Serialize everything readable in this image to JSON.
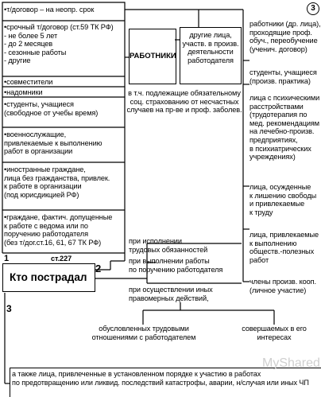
{
  "left_column": {
    "items": [
      "•т/договор – на неопр. срок",
      "•срочный т/договор (ст.59 ТК РФ)\n - не более 5 лет\n - до 2 месяцев\n - сезонные работы\n - другие",
      "•совместители",
      "•надомники",
      "•студенты, учащиеся\n (свободное от учебы время)",
      "•военнослужащие,\n привлекаемые к выполнению\n работ в организации",
      "•иностранные граждане,\n лица без гражданства, привлек.\n к работе в организации\n (под юрисдикцией РФ)",
      "•граждане, фактич. допущенные\n к работе с ведома или по\n поручению работодателя\n (без т/дог.ст.16, 61, 67 ТК РФ)"
    ]
  },
  "center": {
    "workers_label": "РАБОТНИКИ",
    "other_persons": "другие лица,\nучаств. в произв.\nдеятельности\nработодателя",
    "insurance_note": "в т.ч. подлежащие обязательному\nсоц. страхованию от несчастных\nслучаев на пр-ве и проф. заболев.",
    "badge": "3"
  },
  "right_column": {
    "items": [
      "работники (др. лица),\nпроходящие проф.\nобуч., переобучение\n(ученич. договор)",
      "студенты, учащиеся\n(произв. практика)",
      "лица с психическими\nрасстройствами\n(трудотерапия по\nмед. рекомендациям\nна лечебно-произв.\nпредприятиях,\nв психиатрических\nучреждениях)",
      "лица, осужденные\nк лишению свободы\nи привлекаемые\nк труду",
      "лица, привлекаемые\nк выполнению\nобществ.-полезных\nработ",
      "члены произв. кооп.\n(личное участие)"
    ]
  },
  "victim": {
    "label": "Кто пострадал",
    "article": "ст.227",
    "num1": "1",
    "num2": "2",
    "num3": "3"
  },
  "circumstances": {
    "items": [
      "при исполнении\nтрудовых обязанностей",
      "при выполнении работы\nпо поручению работодателя",
      "при осуществлении иных\nправомерных действий,"
    ],
    "conditioned_by": "обусловленных трудовыми\nотношениями с работодателем",
    "in_interests": "совершаемых в его\nинтересах"
  },
  "bottom_note": "а также лица, привлеченные в установленном порядке к участию в работах\nпо предотвращению или ликвид. последствий катастрофы, аварии, н/случая или иных ЧП",
  "watermark": "MyShared"
}
